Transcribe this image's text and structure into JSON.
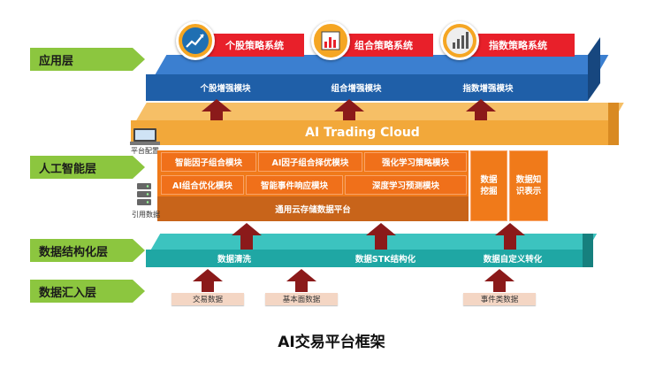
{
  "layers": {
    "app": "应用层",
    "ai": "人工智能层",
    "structure": "数据结构化层",
    "input": "数据汇入层"
  },
  "systems": [
    {
      "label": "个股策略系统",
      "icon": "stock-chart-icon"
    },
    {
      "label": "组合策略系统",
      "icon": "bar-chart-icon"
    },
    {
      "label": "指数策略系统",
      "icon": "index-bars-icon"
    }
  ],
  "enhance_modules": [
    "个股增强模块",
    "组合增强模块",
    "指数增强模块"
  ],
  "cloud_title": "AI Trading Cloud",
  "platform_config": "平台配置",
  "citation_data": "引用数据",
  "ai_modules": {
    "row1": [
      "智能因子组合模块",
      "AI因子组合择优模块",
      "强化学习策略模块"
    ],
    "row2": [
      "AI组合优化模块",
      "智能事件响应模块",
      "深度学习预测模块"
    ],
    "storage": "通用云存储数据平台",
    "side": [
      "数据挖掘",
      "数据知识表示"
    ]
  },
  "structure_modules": [
    "数据清洗",
    "数据STK结构化",
    "数据自定义转化"
  ],
  "sources": [
    "交易数据",
    "基本面数据",
    "事件类数据"
  ],
  "caption": "AI交易平台框架",
  "colors": {
    "red": "#e8202a",
    "blue": "#1f5fa8",
    "orange": "#f07a1a",
    "gold": "#f2a83a",
    "teal": "#1fa7a4",
    "green": "#8cc63f",
    "arrow": "#8b1a1a"
  }
}
